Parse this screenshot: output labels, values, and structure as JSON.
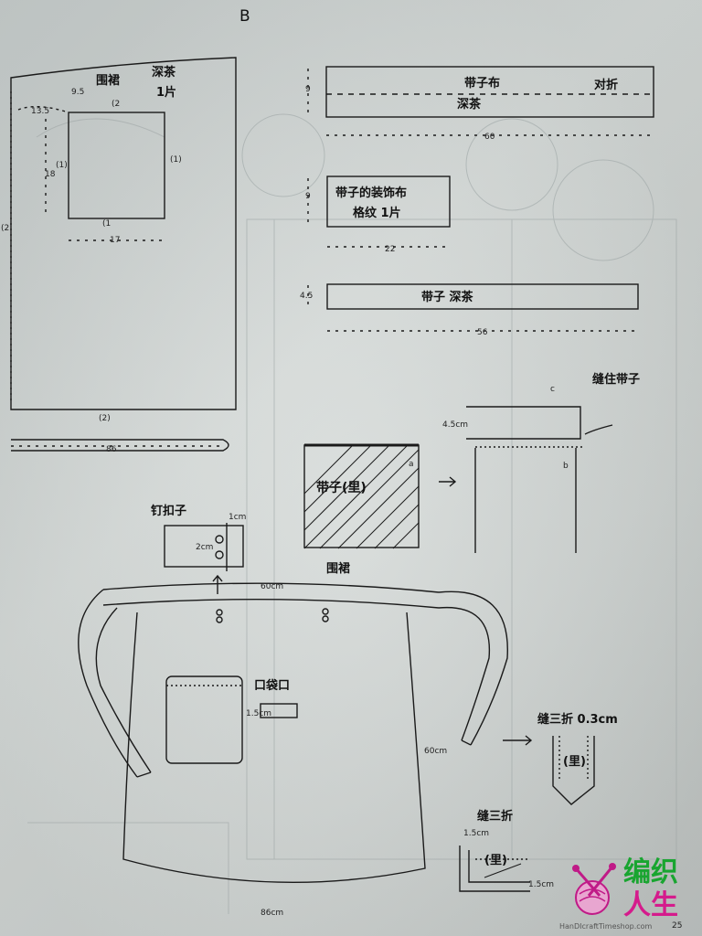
{
  "page": {
    "letter": "B",
    "page_number": "25"
  },
  "pattern_apron": {
    "title": "围裙",
    "color": "深茶",
    "count": "1片",
    "dims": {
      "top_offset": "9.5",
      "side_offset": "13.5",
      "pocket_height": "18",
      "pocket_width": "17",
      "pocket_seam_top": "(2",
      "pocket_seam_right": "(1)",
      "pocket_seam_left": "(1)",
      "pocket_seam_bottom": "(1",
      "hem_seam": "(2)",
      "left_seam": "(2",
      "belt_length": "86"
    }
  },
  "pattern_band_cloth": {
    "title": "带子布",
    "fold": "对折",
    "color": "深茶",
    "height": "9",
    "width": "60"
  },
  "pattern_band_decor": {
    "line1": "带子的装饰布",
    "line2": "格纹 1片",
    "height": "9",
    "width": "22"
  },
  "pattern_band": {
    "title": "带子  深茶",
    "height": "4.5",
    "width": "56"
  },
  "steps": {
    "sew_band": "缝住带子",
    "band_inner": "带子(里)",
    "apron_label": "围裙",
    "seam_45": "4.5cm",
    "mark_a": "a",
    "mark_b": "b",
    "mark_c": "c",
    "button": "钉扣子",
    "button_1cm": "1cm",
    "button_2cm": "2cm",
    "pocket_opening": "口袋口",
    "pocket_15": "1.5cm",
    "waist_60": "60cm",
    "side_60": "60cm",
    "bottom_86": "86cm",
    "triple_fold_03": "缝三折 0.3cm",
    "inner_li": "(里)",
    "triple_fold": "缝三折",
    "inner_li2": "(里)",
    "fold_15a": "1.5cm",
    "fold_15b": "1.5cm"
  },
  "logo": {
    "line1": "编织",
    "line2": "人生",
    "url": "HanDIcraftTimeshop.com"
  }
}
